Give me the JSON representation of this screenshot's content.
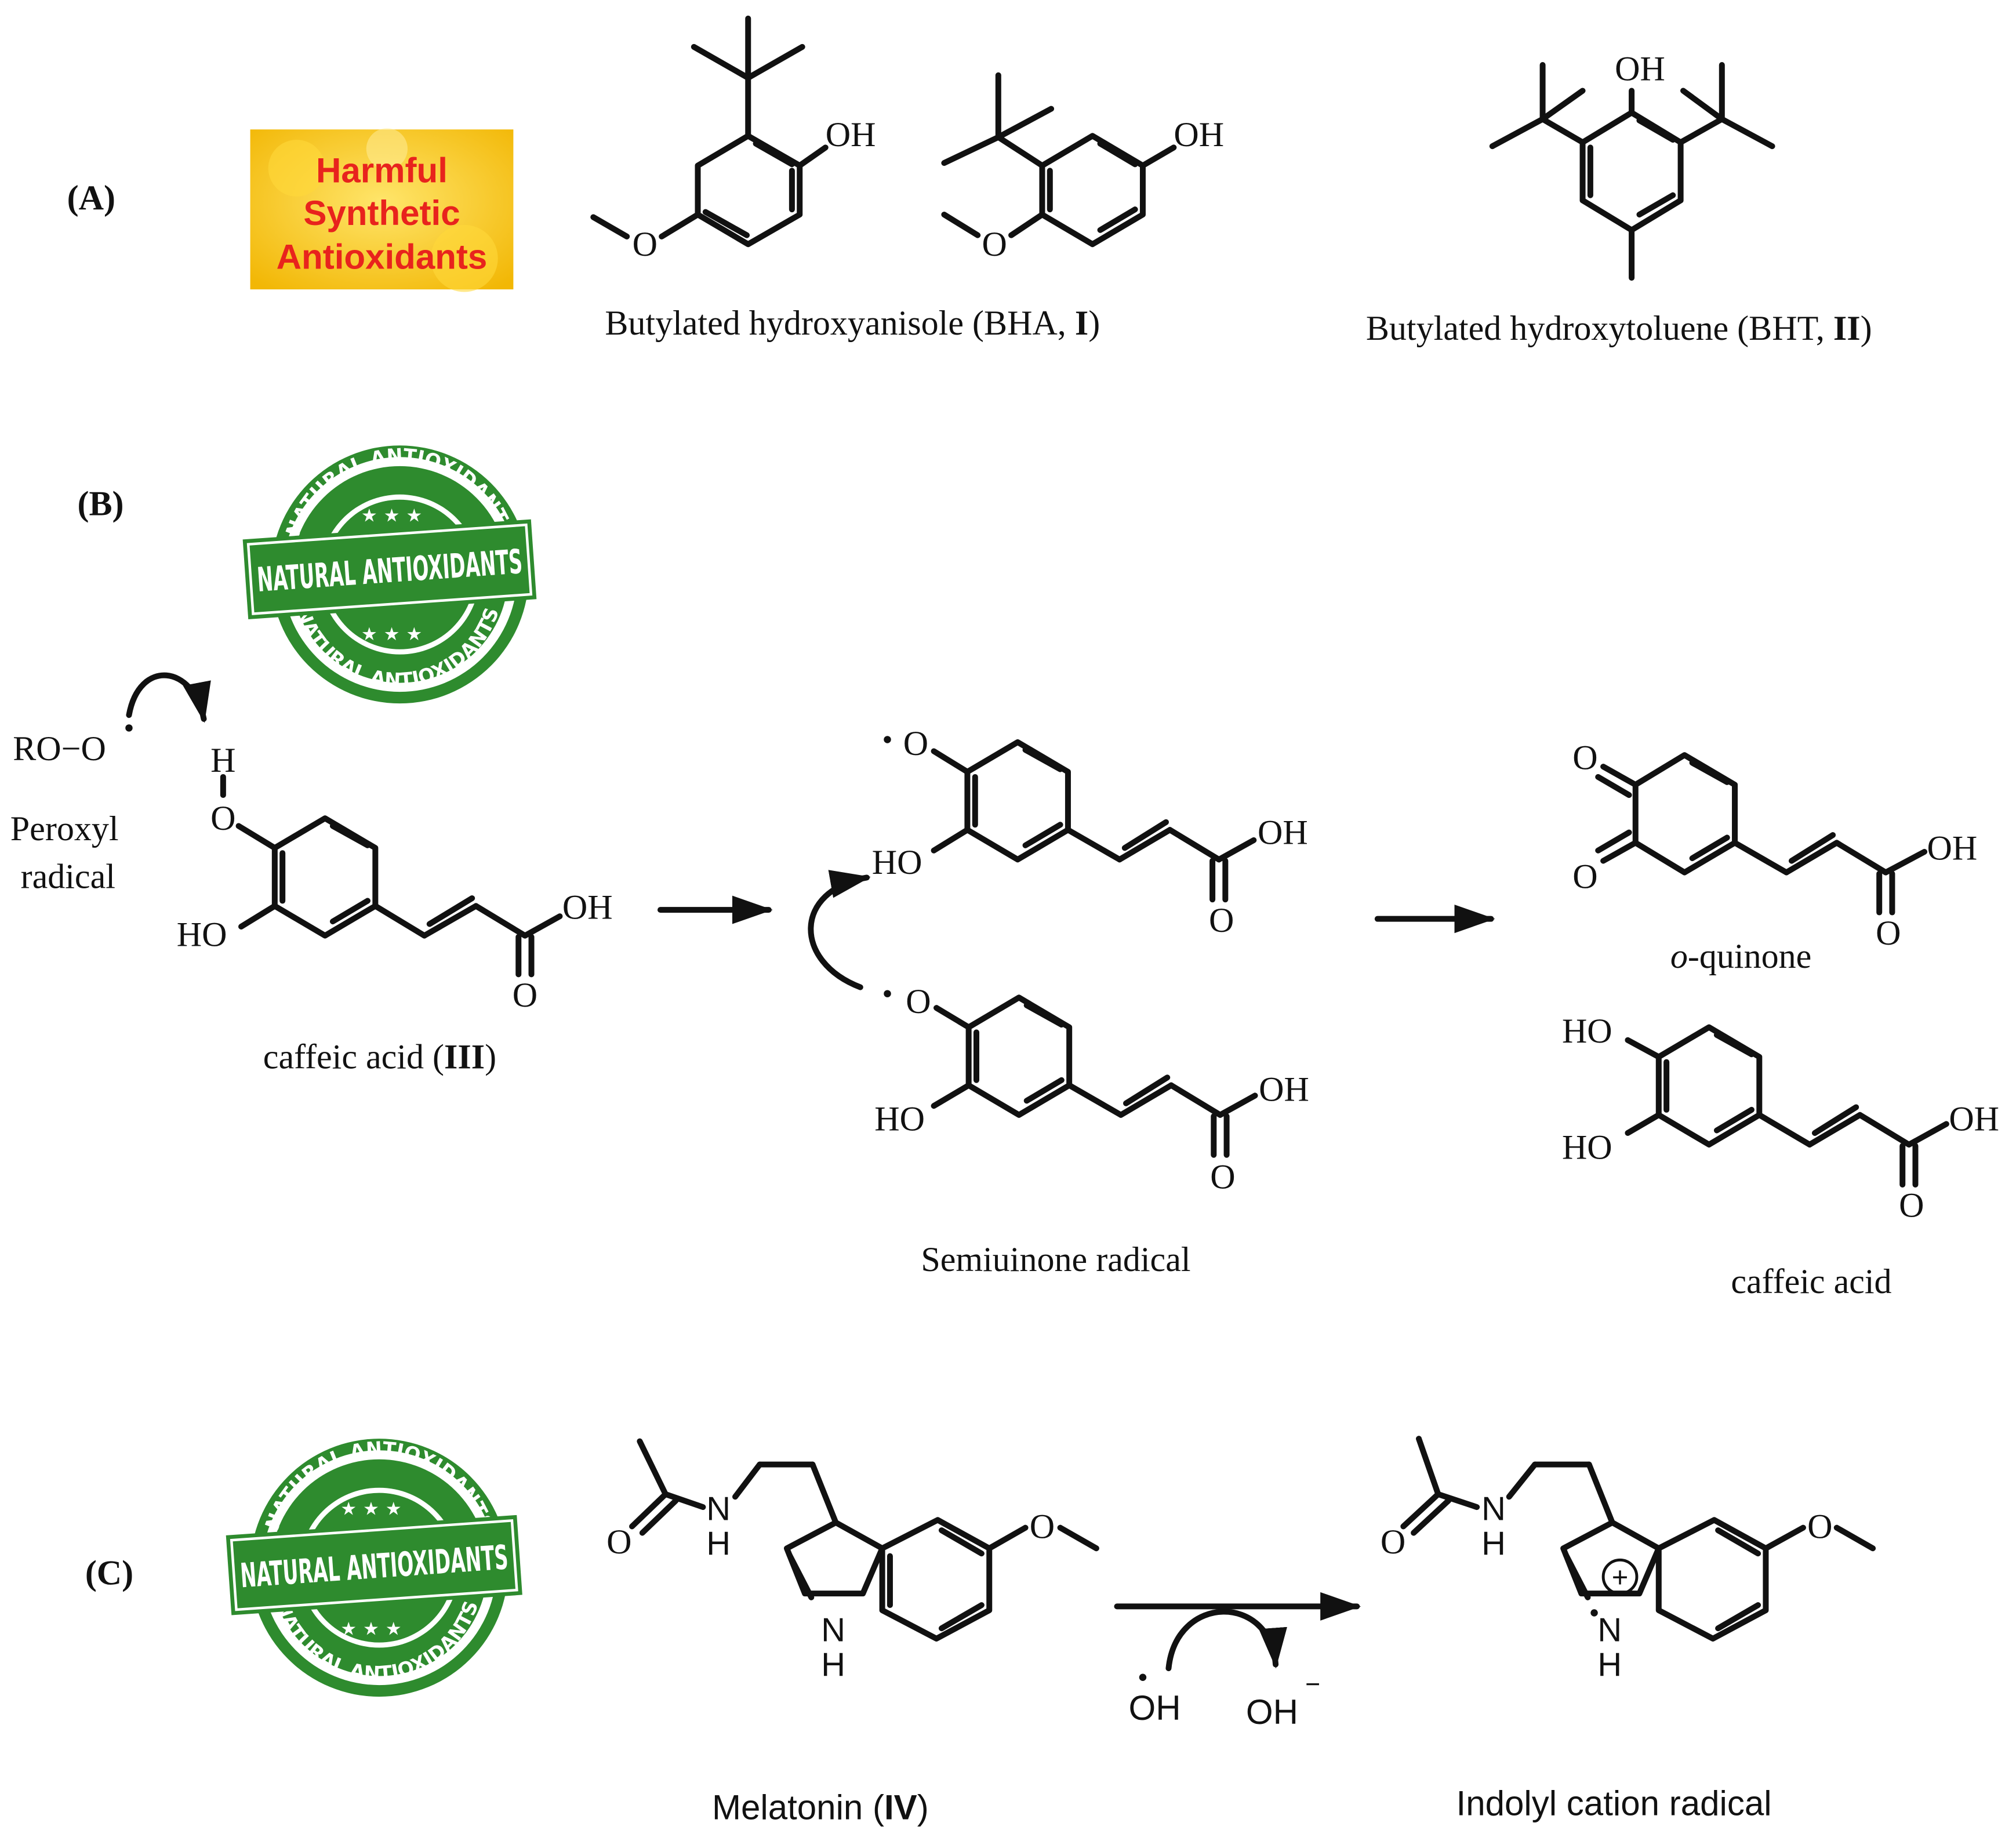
{
  "panels": {
    "a": "(A)",
    "b": "(B)",
    "c": "(C)"
  },
  "badges": {
    "synthetic": {
      "line1": "Harmful",
      "line2": "Synthetic",
      "line3": "Antioxidants",
      "text_color": "#e8231d",
      "bg_color": "#f7c915"
    },
    "natural": {
      "main": "NATURAL ANTIOXIDANTS",
      "ring_top": "NATURAL ANTIOXIDANTS",
      "ring_bottom": "NATURAL ANTIOXIDANTS",
      "color": "#2e8b2e"
    }
  },
  "labels": {
    "OH": "OH",
    "HO": "HO",
    "O": "O",
    "H": "H",
    "N": "N",
    "RO_O": "RO−O",
    "peroxyl_line1": "Peroxyl",
    "peroxyl_line2": "radical",
    "hydroxyl_radical": "OH",
    "hydroxide": "OH",
    "minus": "−",
    "plus": "+"
  },
  "captions": {
    "bha_text": "Butylated hydroxyanisole (BHA, ",
    "bha_num": "I",
    "bha_end": ")",
    "bht_text": "Butylated hydroxytoluene (BHT, ",
    "bht_num": "II",
    "bht_end": ")",
    "caffeic_iii_text": "caffeic acid (",
    "caffeic_iii_num": "III",
    "caffeic_iii_end": ")",
    "semiquinone": "Semiuinone radical",
    "o_quinone_prefix": "o",
    "o_quinone_rest": "-quinone",
    "caffeic_acid": "caffeic acid",
    "melatonin_text": "Melatonin (",
    "melatonin_num": "IV",
    "melatonin_end": ")",
    "indolyl": "Indolyl cation radical"
  }
}
